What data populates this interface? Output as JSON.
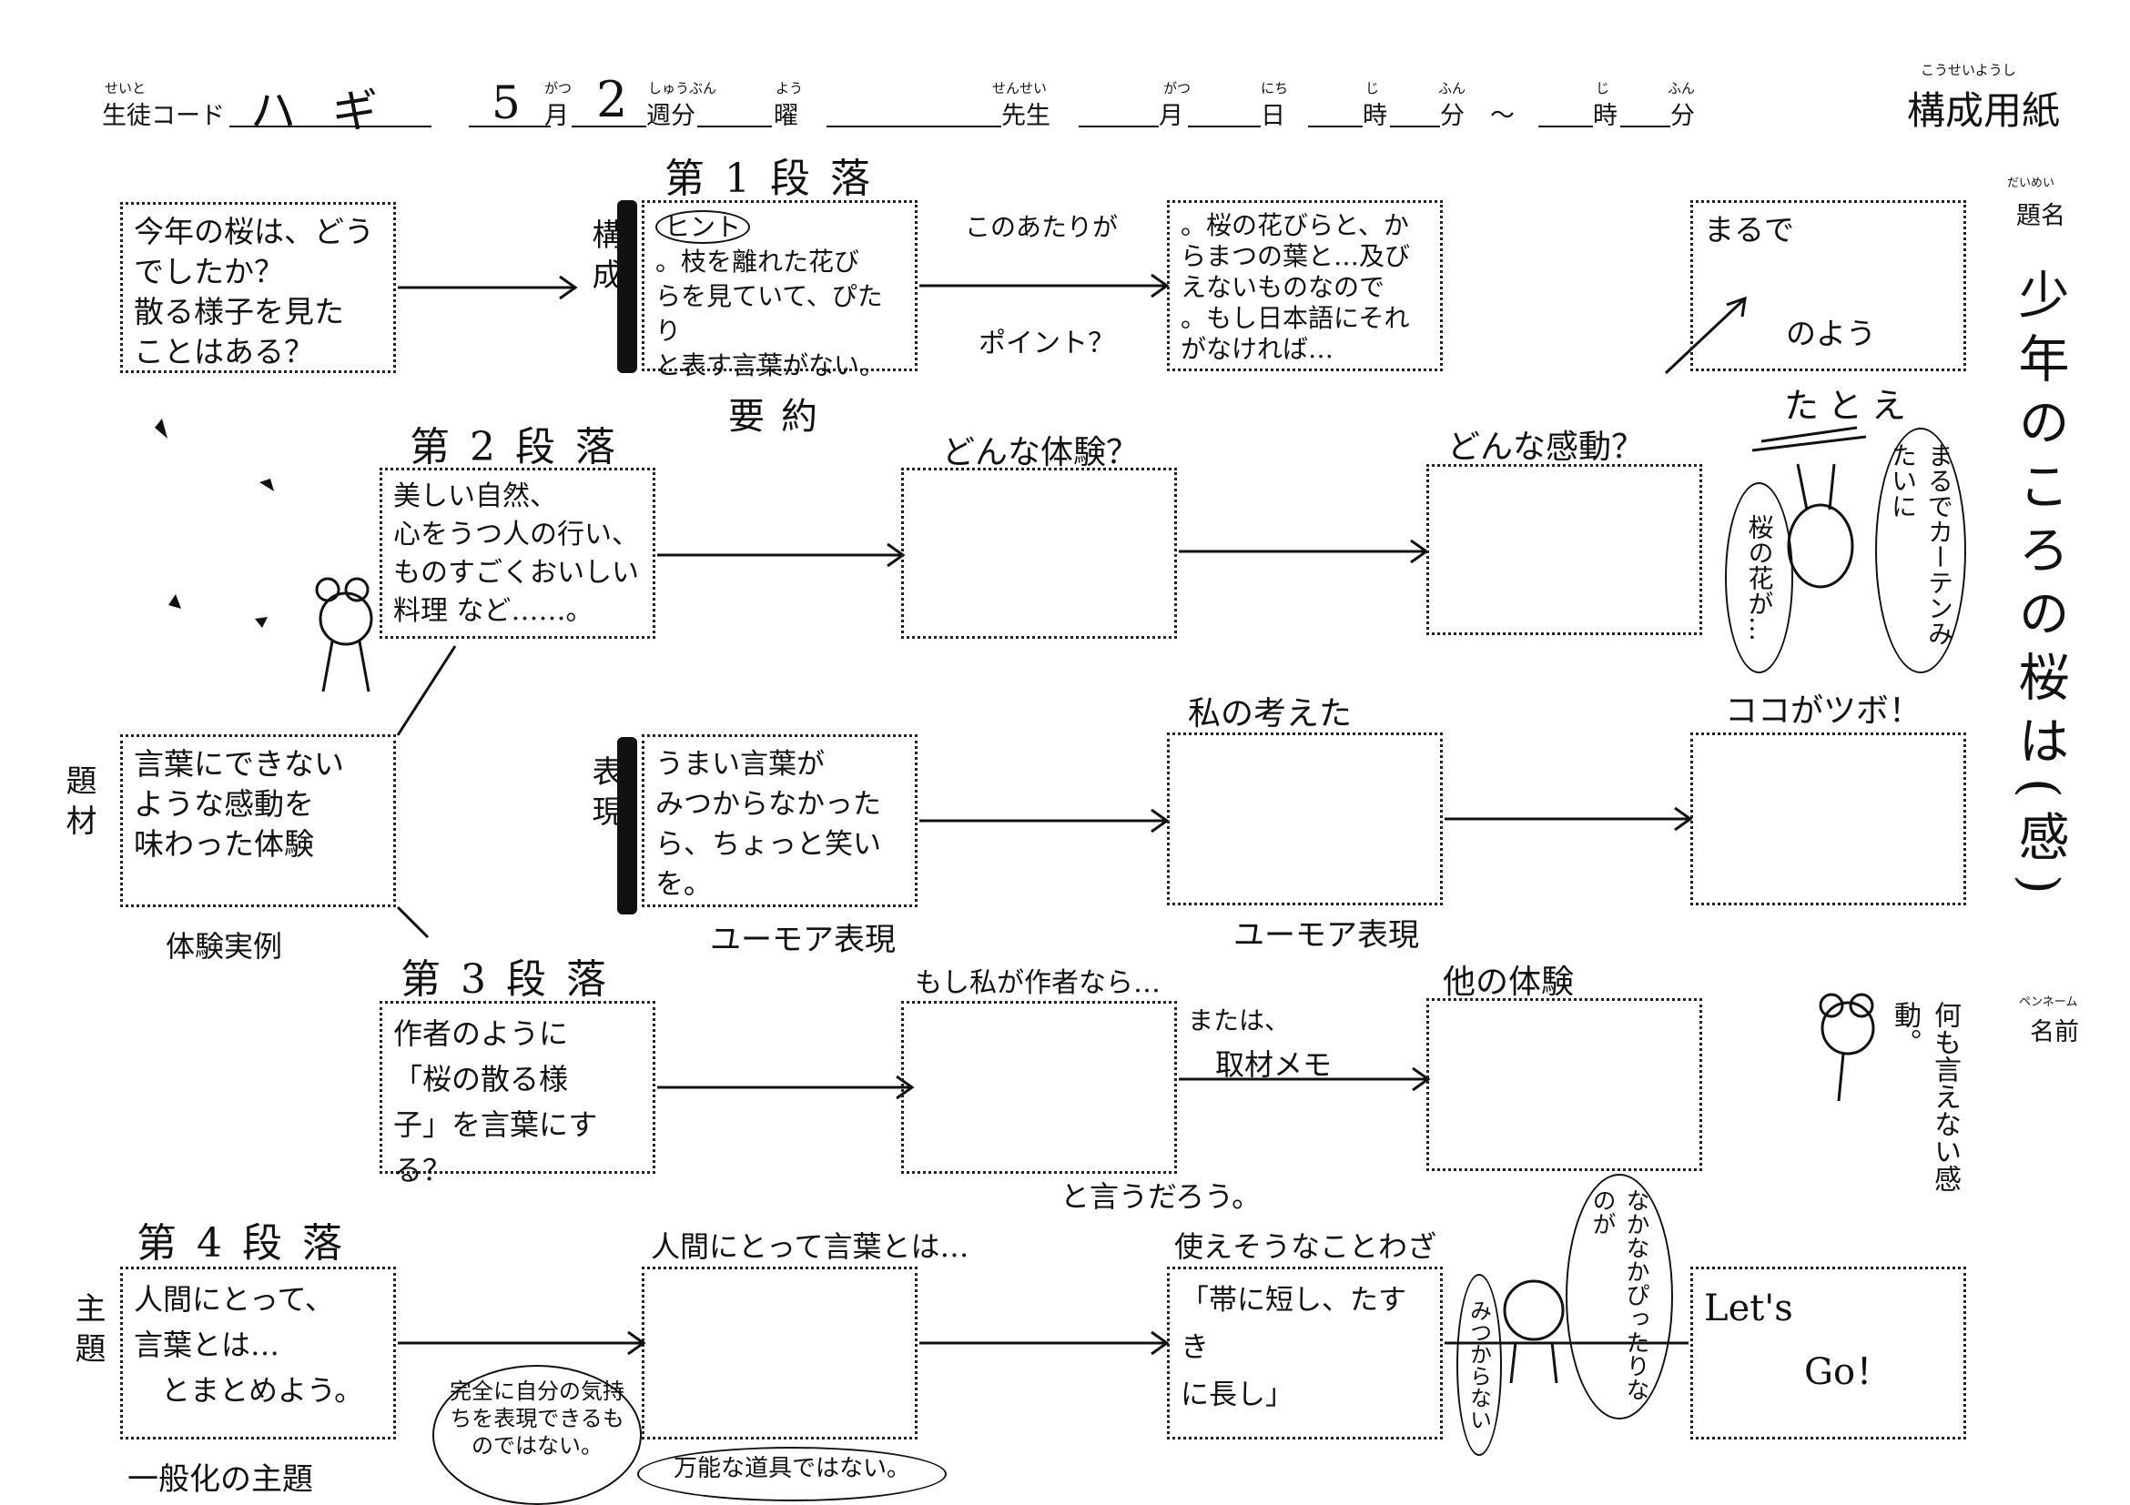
{
  "header": {
    "student_code_ruby": "せいと",
    "student_code_label": "生徒コード",
    "student_code_value": "ハギ",
    "month_value": "5",
    "month_ruby": "がつ",
    "month_label": "月",
    "week_value": "2",
    "week_ruby": "しゅうぶん",
    "week_label": "週分",
    "day_ruby": "よう",
    "day_label": "曜",
    "teacher_ruby": "せんせい",
    "teacher_label": "先生",
    "date_month_ruby": "がつ",
    "date_month_label": "月",
    "date_day_ruby": "にち",
    "date_day_label": "日",
    "hour_ruby": "じ",
    "hour_label": "時",
    "minute_ruby": "ふん",
    "minute_label": "分",
    "tilde": "～",
    "hour2_ruby": "じ",
    "hour2_label": "時",
    "minute2_ruby": "ふん",
    "minute2_label": "分",
    "sheet_title_ruby": "こうせいようし",
    "sheet_title": "構成用紙"
  },
  "side": {
    "title_ruby": "だいめい",
    "title_label": "題名",
    "title_value": "少年のころの桜は(感)",
    "penname_ruby": "ペンネーム",
    "penname_label": "名前"
  },
  "paragraphs": {
    "p1": "第1段落",
    "p2": "第2段落",
    "p3": "第3段落",
    "p4": "第4段落"
  },
  "tags": {
    "kousei": "構成",
    "daizai": "題材",
    "hyougen": "表現",
    "shudai": "主題"
  },
  "row1": {
    "box1": [
      "今年の桜は、どう",
      "でしたか？",
      "散る様子を見た",
      "ことはある？"
    ],
    "hint": "ヒント",
    "box2": [
      "。枝を離れた花び",
      "らを見ていて、ぴたり",
      "と表す言葉がない。"
    ],
    "note_top": "このあたりが",
    "note_bottom": "ポイント？",
    "summary": "要約",
    "box3": [
      "。桜の花びらと、か",
      "らまつの葉と…及び",
      "えないものなので",
      "。もし日本語にそれ",
      "がなければ…"
    ],
    "box4_top": "まるで",
    "box4_bottom": "のよう",
    "tatoe": "たとえ"
  },
  "row2": {
    "box1": [
      "美しい自然、",
      "心をうつ人の行い、",
      "ものすごくおいしい",
      "料理 など……。"
    ],
    "label2": "どんな体験？",
    "label3": "どんな感動？"
  },
  "row3": {
    "box1": [
      "言葉にできない",
      "ような感動を",
      "味わった体験"
    ],
    "below1": "体験実例",
    "box2": [
      "うまい言葉が",
      "みつからなかった",
      "ら、ちょっと笑いを。"
    ],
    "below2": "ユーモア表現",
    "label3": "私の考えた",
    "below3": "ユーモア表現",
    "label4": "ココがツボ！"
  },
  "row4": {
    "box1": [
      "作者のように",
      "「桜の散る様",
      "子」を言葉にする？"
    ],
    "label2": "もし私が作者なら…",
    "below2": "と言うだろう。",
    "or": "または、",
    "memo": "取材メモ",
    "label3": "他の体験"
  },
  "row5": {
    "box1": [
      "人間にとって、",
      "言葉とは…",
      "とまとめよう。"
    ],
    "below1": "一般化の主題",
    "label2": "人間にとって言葉とは…",
    "label3": "使えそうなことわざ",
    "box3": [
      "「帯に短し、たすき",
      "に長し」"
    ],
    "box4": [
      "Let's",
      "Go！"
    ]
  },
  "bubbles": {
    "curtain": "まるでカーテンみたいに",
    "sakura": "桜の花が…",
    "speechless": "何も言えない感動。",
    "pittari": "なかなかぴったりなのが",
    "mitsukaranai": "みつからない",
    "kanzen": "完全に自分の気持ちを表現できるものではない。",
    "bannou": "万能な道具ではない。"
  }
}
